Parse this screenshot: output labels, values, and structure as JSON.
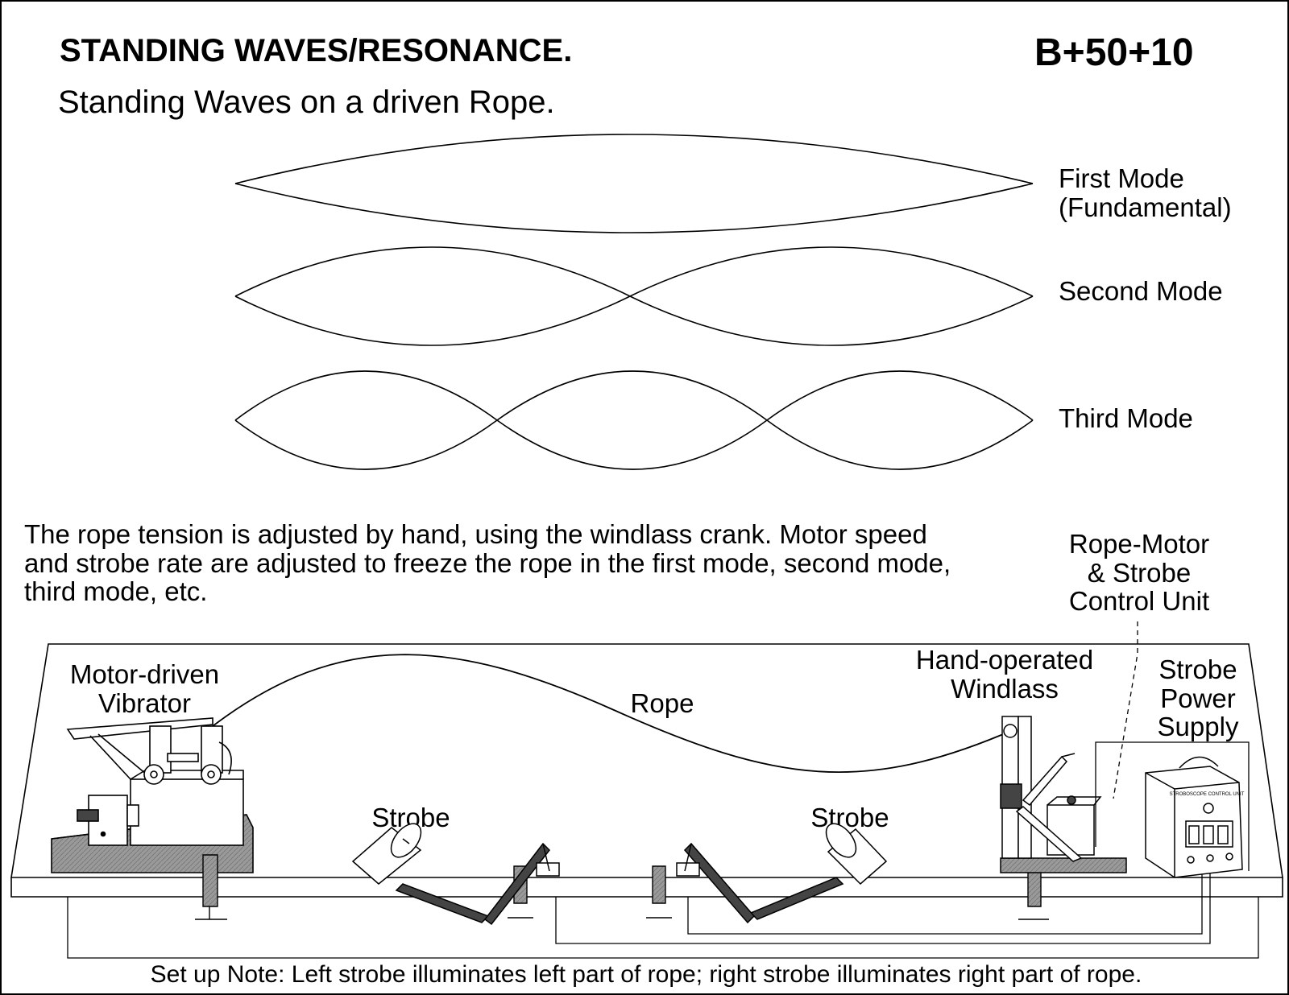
{
  "title": "STANDING WAVES/RESONANCE.",
  "code": "B+50+10",
  "subtitle": "Standing Waves on  a  driven Rope.",
  "modes": [
    {
      "line1": "First Mode",
      "line2": "(Fundamental)"
    },
    {
      "line1": "Second Mode"
    },
    {
      "line1": "Third Mode"
    }
  ],
  "description": [
    "The rope tension is adjusted by hand, using the windlass crank.  Motor speed",
    "and strobe rate are adjusted to freeze the rope in the first mode, second mode,",
    "third mode, etc."
  ],
  "labels": {
    "control_unit": [
      "Rope-Motor",
      "& Strobe",
      "Control Unit"
    ],
    "vibrator": [
      "Motor-driven",
      "Vibrator"
    ],
    "rope": "Rope",
    "windlass": [
      "Hand-operated",
      "Windlass"
    ],
    "power_supply": [
      "Strobe",
      "Power",
      "Supply"
    ],
    "strobe_left": "Strobe",
    "strobe_right": "Strobe"
  },
  "setup_note": "Set up Note: Left strobe illuminates left part of rope; right strobe illuminates right part of rope.",
  "stroboscope_label": "STROBOSCOPE CONTROL UNIT"
}
